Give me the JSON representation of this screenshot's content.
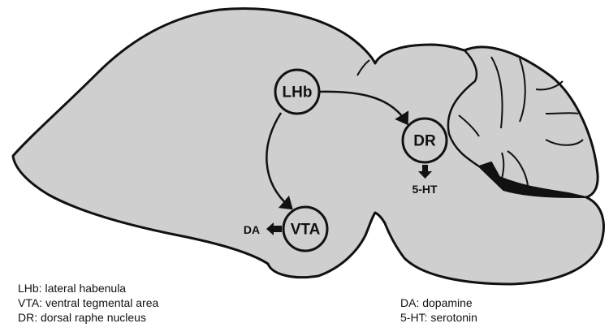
{
  "nodes": {
    "lhb": "LHb",
    "dr": "DR",
    "vta": "VTA"
  },
  "outputs": {
    "da": "DA",
    "ht": "5-HT"
  },
  "legend_left": [
    "LHb: lateral habenula",
    "VTA: ventral tegmental area",
    "DR: dorsal raphe nucleus"
  ],
  "legend_right": [
    "DA: dopamine",
    "5-HT: serotonin"
  ],
  "colors": {
    "brain_fill": "#cfcfcf",
    "outline": "#111111"
  }
}
